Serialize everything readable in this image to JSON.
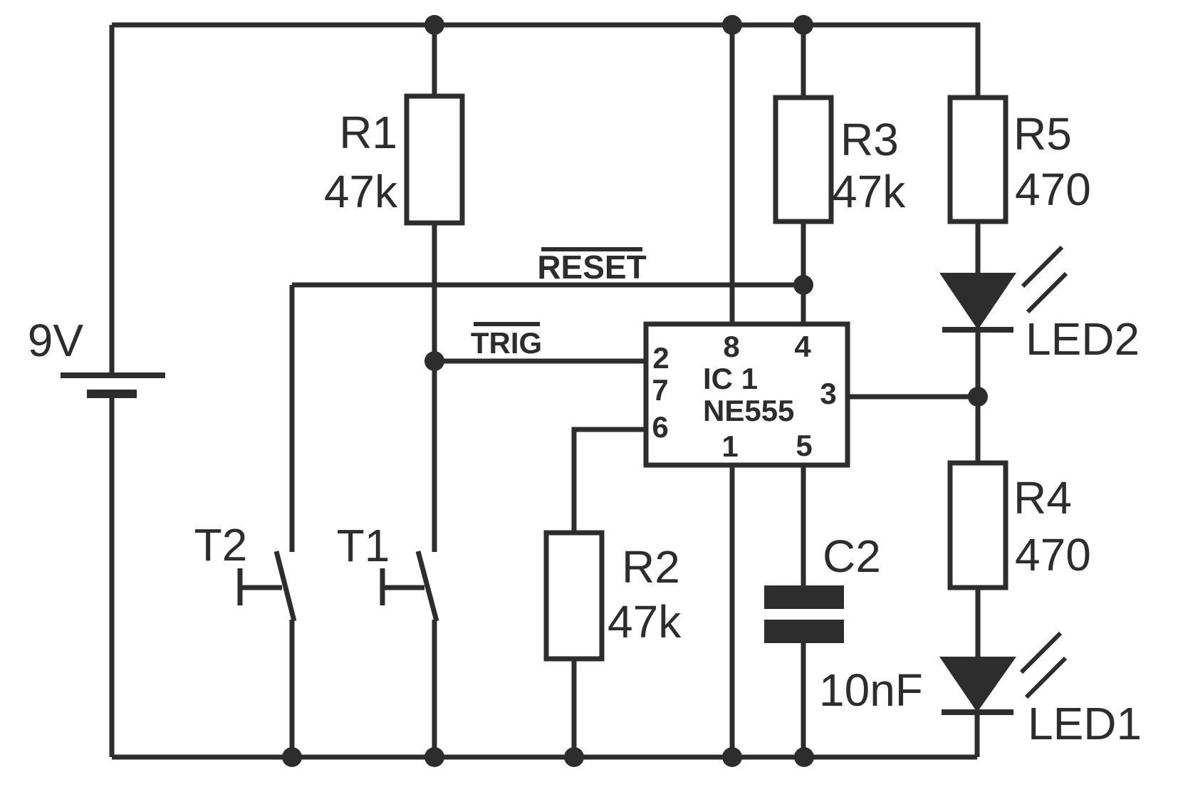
{
  "schematic": {
    "description": "NE555 bistable flip-flop circuit with two push buttons and two LEDs",
    "background": "#ffffff",
    "ink": "#2d2d2d",
    "battery": {
      "label": "9V"
    },
    "resistors": {
      "r1": {
        "ref": "R1",
        "value": "47k"
      },
      "r2": {
        "ref": "R2",
        "value": "47k"
      },
      "r3": {
        "ref": "R3",
        "value": "47k"
      },
      "r4": {
        "ref": "R4",
        "value": "470"
      },
      "r5": {
        "ref": "R5",
        "value": "470"
      }
    },
    "capacitor": {
      "ref": "C2",
      "value": "10nF"
    },
    "leds": {
      "led1": {
        "ref": "LED1"
      },
      "led2": {
        "ref": "LED2"
      }
    },
    "buttons": {
      "t1": {
        "ref": "T1"
      },
      "t2": {
        "ref": "T2"
      }
    },
    "ic": {
      "ref": "IC 1",
      "part": "NE555",
      "pins": {
        "p1": "1",
        "p2": "2",
        "p3": "3",
        "p4": "4",
        "p5": "5",
        "p6": "6",
        "p7": "7",
        "p8": "8"
      }
    },
    "nets": {
      "reset": "RESET",
      "trig": "TRIG"
    }
  }
}
